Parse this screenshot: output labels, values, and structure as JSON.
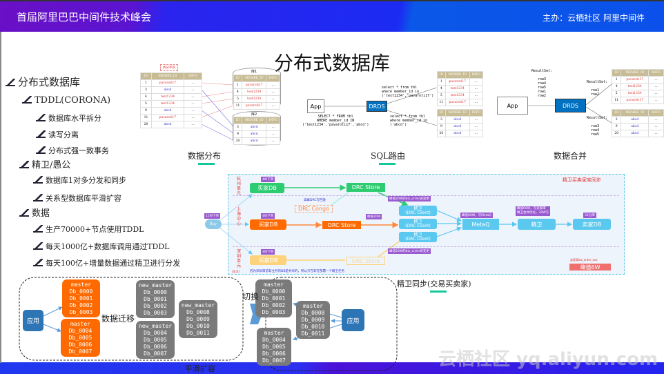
{
  "header": {
    "title": "首届阿里巴巴中间件技术峰会",
    "organizer": "主办：云栖社区 阿里中间件"
  },
  "slide_title": "分布式数据库",
  "outline": [
    {
      "level": 0,
      "text": "分布式数据库"
    },
    {
      "level": 1,
      "text": "TDDL(CORONA)"
    },
    {
      "level": 2,
      "text": "数据库水平拆分"
    },
    {
      "level": 2,
      "text": "读写分离"
    },
    {
      "level": 2,
      "text": "分布式强一致事务"
    },
    {
      "level": 1,
      "text": "精卫/愚公"
    },
    {
      "level": 2,
      "text": "数据库1对多分发和同步"
    },
    {
      "level": 2,
      "text": "关系型数据库平滑扩容"
    },
    {
      "level": 1,
      "text": "数据"
    },
    {
      "level": 2,
      "text": "生产70000+节点使用TDDL"
    },
    {
      "level": 2,
      "text": "每天1000亿+数据库调用通过TDDL"
    },
    {
      "level": 2,
      "text": "每天100亿+增量数据通过精卫进行分发"
    }
  ],
  "distribution": {
    "split_label": "拆分字段",
    "headers": [
      "ID",
      "MEMBE_ID",
      "INFO"
    ],
    "rows": [
      [
        "1",
        "pavaroti17",
        "..."
      ],
      [
        "3",
        "abcd",
        "..."
      ],
      [
        "4",
        "test1234",
        "..."
      ],
      [
        "5",
        "test1234",
        "..."
      ],
      [
        "9",
        "abcd",
        "..."
      ],
      [
        "11",
        "pavaroti17",
        "..."
      ],
      [
        "20",
        "abcd",
        "..."
      ]
    ],
    "db1": {
      "name": "库1",
      "rows": [
        [
          "1",
          "pavaroti17",
          "..."
        ],
        [
          "4",
          "test1234",
          "..."
        ],
        [
          "5",
          "test1234",
          "..."
        ],
        [
          "11",
          "pavaroti17",
          "..."
        ]
      ]
    },
    "db2": {
      "name": "库2",
      "rows": [
        [
          "3",
          "abcd",
          "..."
        ],
        [
          "9",
          "abcd",
          "..."
        ],
        [
          "20",
          "abcd",
          "..."
        ]
      ]
    },
    "caption": "数据分布"
  },
  "routing": {
    "app": "App",
    "drds": "DRDS",
    "sql": "SELECT * FROM tbl\nWHERE member_id IN\n('test1234','pavaroti17','abcd')",
    "sql1": "select * from tbl\nwhere member_id in\n('test1234','pavaroti17')",
    "sql2": "select * from tbl\nwhere member_id in\n('abcd')",
    "caption": "SQL路由"
  },
  "merge": {
    "app": "App",
    "drds": "DRDS",
    "rs_all": "ResultSet:\n\n   row3\n   row4\n   row5\n   row1\n   row2",
    "rs1": "ResultSet:\n\n  row1\n  row2",
    "rs2": "ResultSet:\n\n  row3\n  row4\n  row5",
    "caption": "数据合并"
  },
  "drc": {
    "title": "精卫买卖家库同步",
    "units": [
      "杭州单元",
      "上海中心",
      "深圳单元"
    ],
    "inactive": "(非活)",
    "buy": "Buy",
    "buy_tag": "12W下单",
    "order_tag": "4W下单",
    "buyer_db": "买家DB",
    "drc_store": "DRC Store",
    "drc_congo": "DRC Congo",
    "writeback": "高峰DRC写回放",
    "peak20_change": "峰值20W的biz_order表变更",
    "peak20": "峰值20W",
    "client": "精卫",
    "client_sub": "(DRC Client)",
    "metaq_tag": "峰值60W，写MetaQ",
    "metaq": "MetaQ",
    "jw_tag": "峰值60W，写卖家库\n精卫合并优化，30W写",
    "jw": "精卫",
    "seller_tag": "32分库",
    "seller_db": "卖家DB",
    "seller_table": "卖家表biz_order_xxx",
    "peak6": "峰值6W",
    "note": "因为深圳目前非业务的DB是共享的，所以只在非在部署一个精卫任务",
    "caption": "精卫同步(交易买卖家)"
  },
  "scaling": {
    "app": "应用",
    "migrate": "数据迁移",
    "switch": "切换",
    "caption": "平滑扩容",
    "master": "master",
    "new_master": "new_master",
    "g1": "Db_0000\nDb_0001\nDb_0002\nDb_0003",
    "g2": "Db_0004\nDb_0005\nDb_0006\nDb_0007",
    "g3": "Db_0008\nDb_0009\nDb_0010\nDb_0011"
  },
  "watermark": "云栖社区 yq.aliyun.com",
  "colors": {
    "accent": "#14c89a",
    "orange": "#ff6a00",
    "blue": "#2e75b6",
    "drds": "#0070c0"
  }
}
